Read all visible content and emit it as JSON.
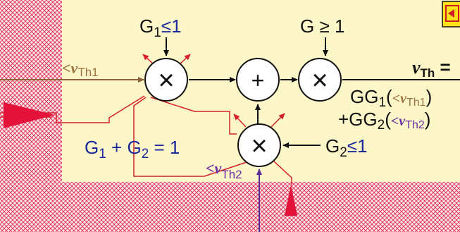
{
  "colors": {
    "panel": "#fdf6c8",
    "hatch": "#e43a57",
    "wire_dark": "#111111",
    "wire_brown": "#8b6239",
    "wire_red": "#d61f26",
    "wire_purple": "#5b2a92",
    "label_blue": "#1b2a9b",
    "label_brown": "#9b7140",
    "label_purple": "#6a2fa0",
    "icon_fill": "#ffe21a",
    "icon_border": "#d21c24"
  },
  "operators": {
    "mult_left": "×",
    "adder": "+",
    "mult_right": "×",
    "mult_bottom": "×"
  },
  "gains": {
    "g1": {
      "base": "G",
      "sub": "1",
      "rel": "≤1"
    },
    "g": {
      "text": "G ≥ 1"
    },
    "g2": {
      "base": "G",
      "sub": "2",
      "rel": "≤1"
    },
    "constraint": {
      "a": "G",
      "a_sub": "1",
      "plus": " + ",
      "b": "G",
      "b_sub": "2",
      "eq": " = 1"
    }
  },
  "signals": {
    "in1": {
      "lt": "<",
      "v": "v",
      "sub": "Th1"
    },
    "in2": {
      "lt": "<",
      "v": "v",
      "sub": "Th2"
    },
    "out": {
      "v": "v",
      "sub": "Th",
      "eq": " ="
    }
  },
  "formula": {
    "line1_pre": "GG",
    "line1_sub": "1",
    "line1_open": "(",
    "line1_lt": "<",
    "line1_v": "v",
    "line1_vsub": "Th1",
    "line1_close": ")",
    "line2_pre": "+GG",
    "line2_sub": "2",
    "line2_open": "(",
    "line2_lt": "<",
    "line2_v": "v",
    "line2_vsub": "Th2",
    "line2_close": ")"
  }
}
